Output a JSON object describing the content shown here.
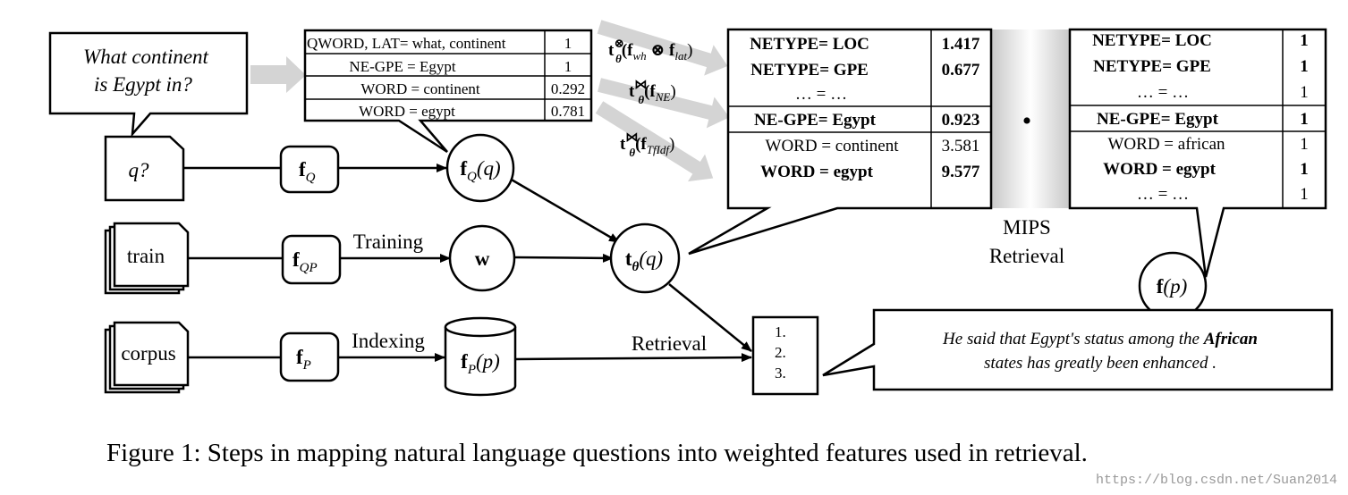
{
  "question_bubble": {
    "line1": "What continent",
    "line2": "is Egypt in?"
  },
  "query_table": {
    "rows": [
      {
        "feature": "QWORD, LAT= what, continent",
        "value": "1"
      },
      {
        "feature": "NE-GPE = Egypt",
        "value": "1"
      },
      {
        "feature": "WORD = continent",
        "value": "0.292"
      },
      {
        "feature": "WORD = egypt",
        "value": "0.781"
      }
    ]
  },
  "transforms": [
    {
      "main": "t",
      "sub": "θ",
      "sup": "⊗",
      "arg": "(f",
      "argsub": "wh",
      "mid": " ⊗ f",
      "midsub": "lat",
      "end": ")"
    },
    {
      "main": "t",
      "sub": "θ",
      "sup": "⋈",
      "arg": "(f",
      "argsub": "NE",
      "end": ")"
    },
    {
      "main": "t",
      "sub": "θ",
      "sup": "⋈",
      "arg": "(f",
      "argsub": "TfIdf",
      "end": ")"
    }
  ],
  "weighted_table": {
    "rows": [
      {
        "feature": "NETYPE= LOC",
        "value": "1.417",
        "bold": true
      },
      {
        "feature": "NETYPE= GPE",
        "value": "0.677",
        "bold": true
      },
      {
        "feature": "… = …",
        "value": "",
        "bold": false
      },
      {
        "feature": "NE-GPE= Egypt",
        "value": "0.923",
        "bold": true
      },
      {
        "feature": "WORD = continent",
        "value": "3.581",
        "bold": false
      },
      {
        "feature": "WORD = egypt",
        "value": "9.577",
        "bold": true
      }
    ]
  },
  "passage_table": {
    "rows": [
      {
        "feature": "NETYPE= LOC",
        "value": "1",
        "bold": true
      },
      {
        "feature": "NETYPE= GPE",
        "value": "1",
        "bold": true
      },
      {
        "feature": "… = …",
        "value": "1",
        "bold": false
      },
      {
        "feature": "NE-GPE= Egypt",
        "value": "1",
        "bold": true
      },
      {
        "feature": "WORD = african",
        "value": "1",
        "bold": false
      },
      {
        "feature": "WORD = egypt",
        "value": "1",
        "bold": true
      },
      {
        "feature": "… = …",
        "value": "1",
        "bold": false
      }
    ]
  },
  "dot": "•",
  "mips": {
    "line1": "MIPS",
    "line2": "Retrieval"
  },
  "doc_q": "q?",
  "doc_train": "train",
  "doc_corpus": "corpus",
  "fn_q": {
    "main": "f",
    "sub": "Q"
  },
  "fn_qp": {
    "main": "f",
    "sub": "QP"
  },
  "fn_p": {
    "main": "f",
    "sub": "P"
  },
  "circle_fq": {
    "main": "f",
    "sub": "Q",
    "arg": "(q)"
  },
  "circle_w": "w",
  "circle_t": {
    "main": "t",
    "sub": "θ",
    "arg": "(q)"
  },
  "circle_fp": {
    "main": "f",
    "arg": "(p)"
  },
  "cylinder": {
    "main": "f",
    "sub": "P",
    "arg": "(p)"
  },
  "labels": {
    "training": "Training",
    "indexing": "Indexing",
    "retrieval": "Retrieval"
  },
  "results": [
    "1.",
    "2.",
    "3."
  ],
  "passage": {
    "line1_pre": "He said that Egypt's status among the ",
    "line1_bold": "African",
    "line2": "states has greatly been enhanced ."
  },
  "caption": "Figure 1: Steps in mapping natural language questions into weighted features used in retrieval.",
  "watermark": "https://blog.csdn.net/Suan2014"
}
